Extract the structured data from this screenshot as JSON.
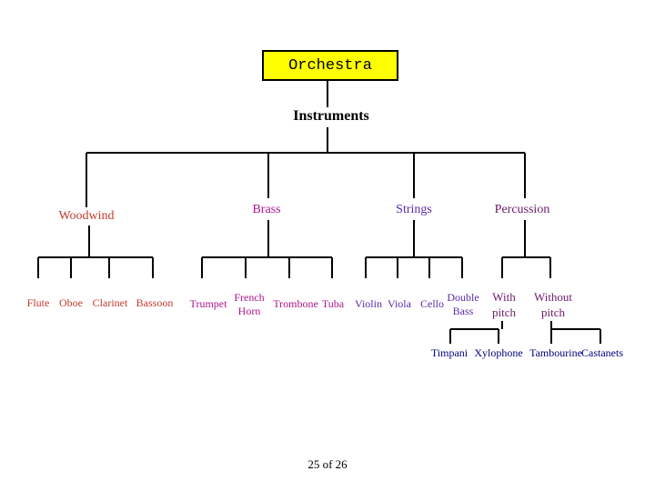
{
  "root": "Orchestra",
  "category": "Instruments",
  "colors": {
    "line": "#000000",
    "root_fill": "#ffff00",
    "woodwind": "#c0392b",
    "brass": "#b0158c",
    "strings": "#5b2aa8",
    "percussion": "#6a1b6a",
    "percussion_leaf": "#000080"
  },
  "families": {
    "woodwind": {
      "label": "Woodwind",
      "instruments": [
        "Flute",
        "Oboe",
        "Clarinet",
        "Bassoon"
      ]
    },
    "brass": {
      "label": "Brass",
      "instruments": [
        "Trumpet",
        "French",
        "Horn",
        "Trombone",
        "Tuba"
      ]
    },
    "strings": {
      "label": "Strings",
      "instruments": [
        "Violin",
        "Viola",
        "Cello",
        "Double",
        "Bass"
      ]
    },
    "percussion": {
      "label": "Percussion",
      "groups": [
        {
          "line1": "With",
          "line2": "pitch",
          "instruments": [
            "Timpani",
            "Xylophone"
          ]
        },
        {
          "line1": "Without",
          "line2": "pitch",
          "instruments": [
            "Tambourine",
            "Castanets"
          ]
        }
      ]
    }
  },
  "footer": "25 of 26"
}
